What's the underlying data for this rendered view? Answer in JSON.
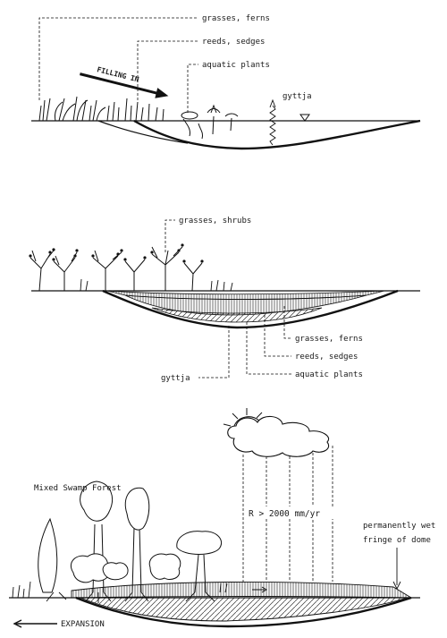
{
  "panel1": {
    "label_grasses_ferns": "grasses, ferns",
    "label_reeds_sedges": "reeds, sedges",
    "label_aquatic": "aquatic plants",
    "label_gyttja": "gyttja",
    "arrow_filling": "FILLING IN"
  },
  "panel2": {
    "label_grasses_shrubs": "grasses, shrubs",
    "label_grasses_ferns": "grasses, ferns",
    "label_reeds_sedges": "reeds, sedges",
    "label_aquatic": "aquatic plants",
    "label_gyttja": "gyttja"
  },
  "panel3": {
    "label_forest": "Mixed Swamp Forest",
    "label_rain": "R  > 2000 mm/yr",
    "label_fringe_1": "permanently wet",
    "label_fringe_2": "fringe of dome",
    "label_expansion": "EXPANSION"
  }
}
